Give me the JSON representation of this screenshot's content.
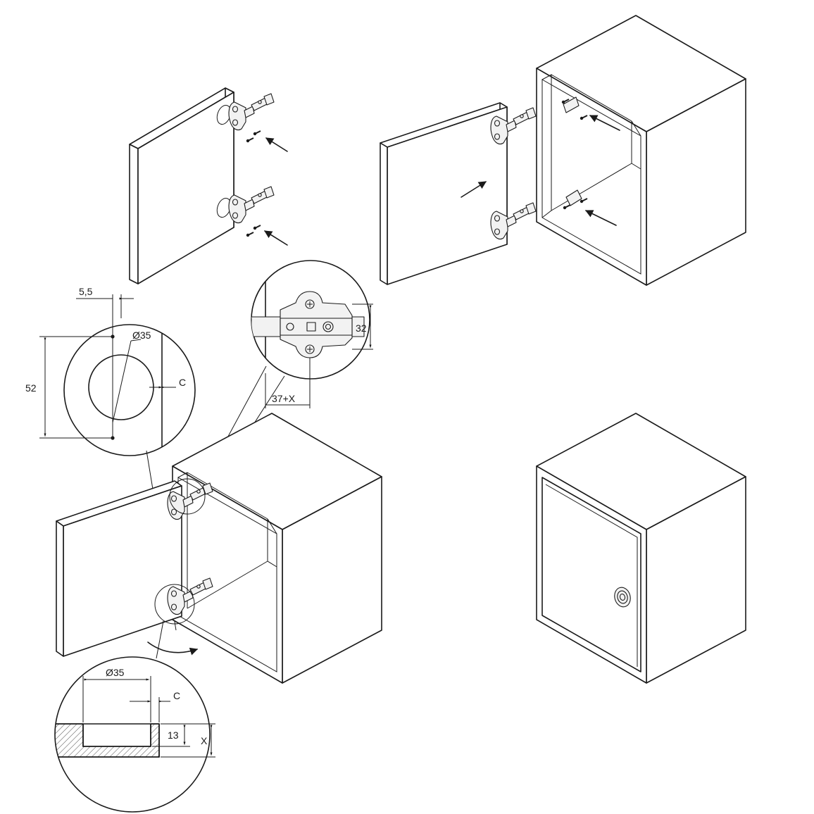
{
  "diagram": {
    "dimensions": {
      "spacing_offset": "5,5",
      "hole_diameter_top": "Ø35",
      "hole_spacing": "52",
      "edge_distance_top": "C",
      "plate_height": "32",
      "plate_setback": "37+X",
      "hole_diameter_bottom": "Ø35",
      "edge_distance_bottom": "C",
      "cup_depth": "13",
      "door_thickness": "X"
    },
    "colors": {
      "line": "#1a1a1a",
      "background": "#ffffff"
    },
    "icons": [
      "hinge-icon",
      "screw-icon",
      "mounting-plate-icon",
      "door-knob-icon"
    ]
  }
}
